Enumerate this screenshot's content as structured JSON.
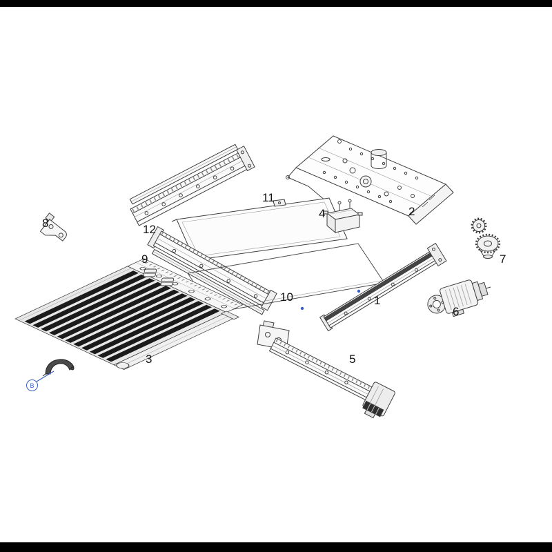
{
  "diagram": {
    "part_labels": {
      "p1": "1",
      "p2": "2",
      "p3": "3",
      "p4": "4",
      "p5": "5",
      "p6": "6",
      "p7": "7",
      "p8": "8",
      "p9": "9",
      "p10": "10",
      "p11": "11",
      "p12": "12"
    },
    "callout": {
      "label": "B"
    }
  },
  "colors": {
    "line": "#3d3d3d",
    "accent_blue": "#3a5fc4",
    "tread_dark": "#1b1b1b",
    "letterbox": "#000000",
    "background": "#ffffff"
  }
}
